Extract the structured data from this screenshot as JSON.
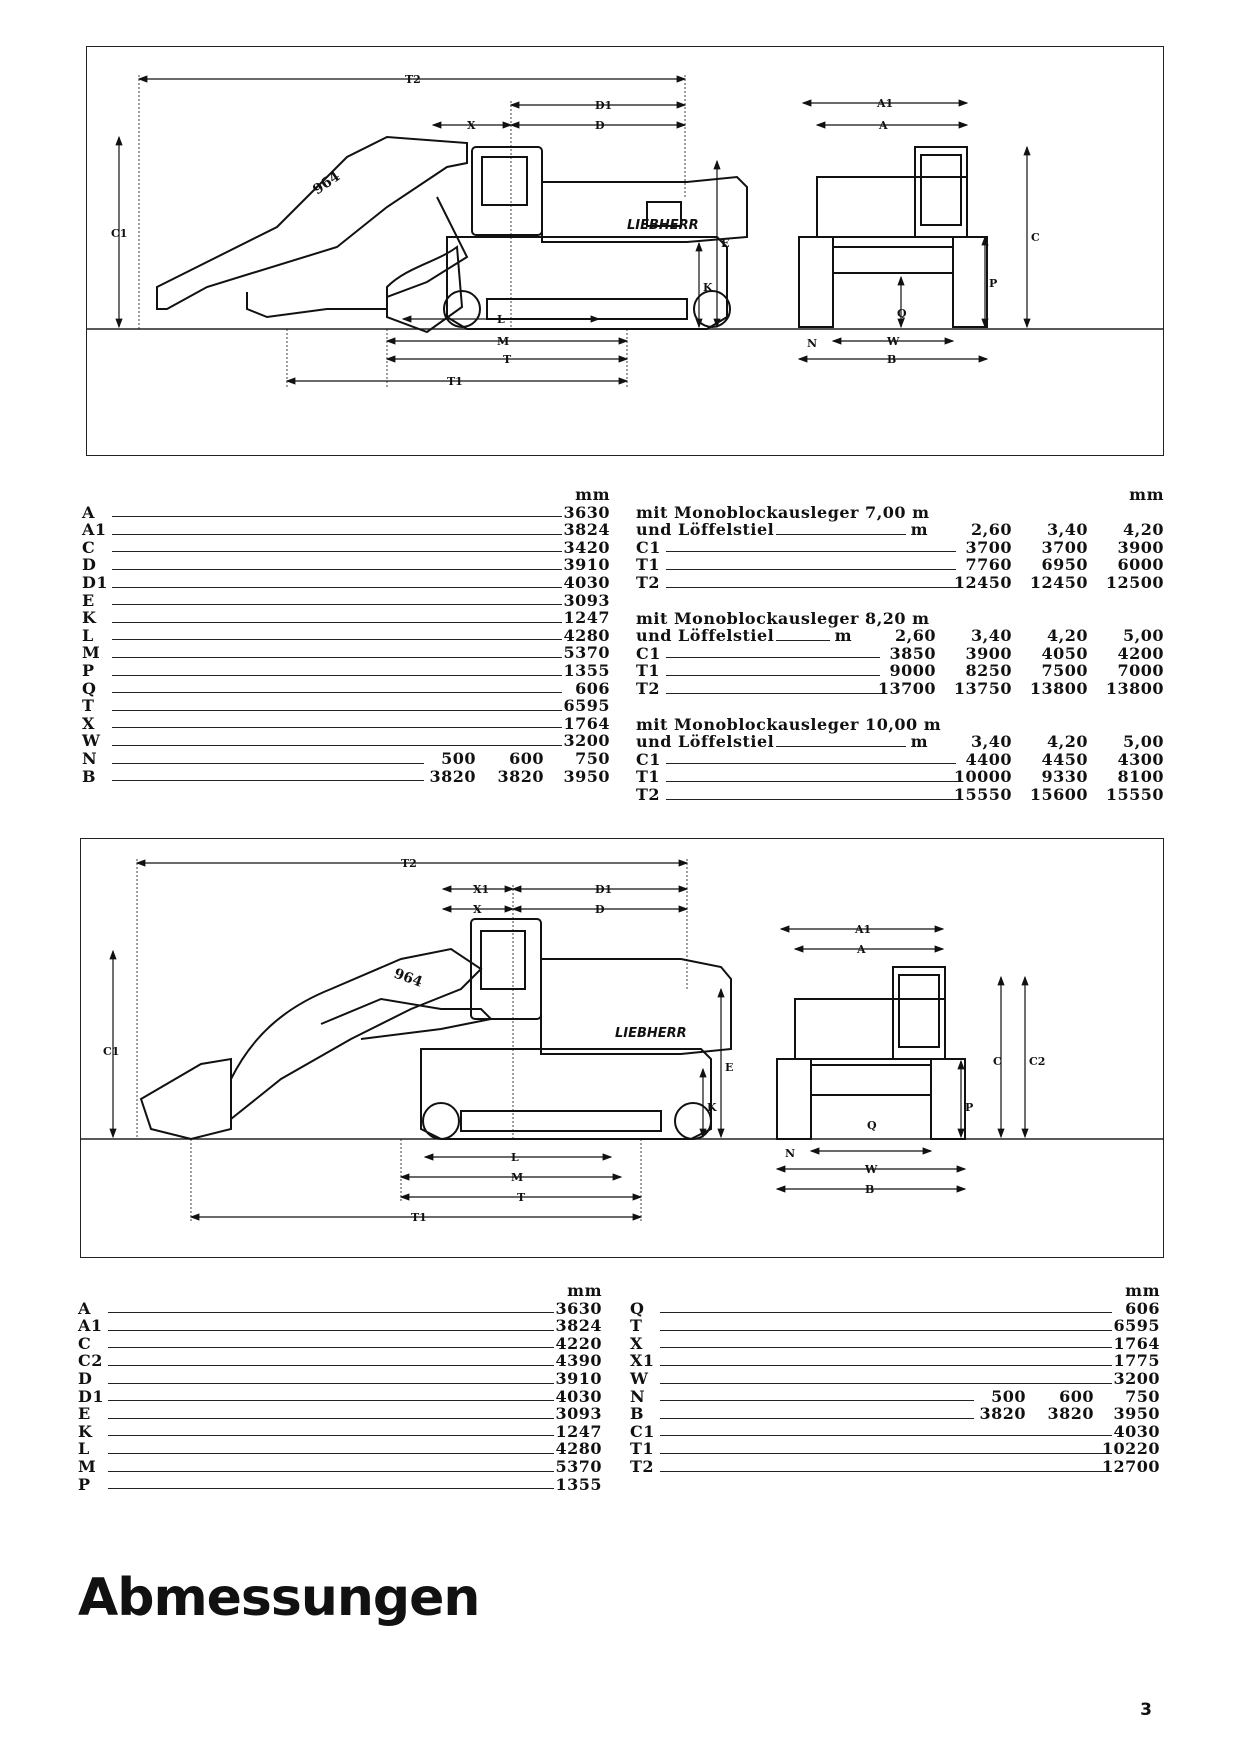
{
  "figure1": {
    "labels": [
      "T2",
      "D1",
      "D",
      "X",
      "C1",
      "E",
      "K",
      "L",
      "M",
      "T",
      "T1",
      "A1",
      "A",
      "C",
      "P",
      "Q",
      "N",
      "W",
      "B"
    ],
    "brand": "LIEBHERR",
    "model": "964"
  },
  "figure2": {
    "labels": [
      "T2",
      "X1",
      "D1",
      "X",
      "D",
      "C1",
      "E",
      "K",
      "L",
      "M",
      "T",
      "T1",
      "A1",
      "A",
      "C",
      "C2",
      "P",
      "Q",
      "N",
      "W",
      "B"
    ],
    "brand": "LIEBHERR",
    "model": "964"
  },
  "table1": {
    "unit": "mm",
    "rows": [
      {
        "key": "A",
        "values": [
          "3630"
        ]
      },
      {
        "key": "A1",
        "values": [
          "3824"
        ]
      },
      {
        "key": "C",
        "values": [
          "3420"
        ]
      },
      {
        "key": "D",
        "values": [
          "3910"
        ]
      },
      {
        "key": "D1",
        "values": [
          "4030"
        ]
      },
      {
        "key": "E",
        "values": [
          "3093"
        ]
      },
      {
        "key": "K",
        "values": [
          "1247"
        ]
      },
      {
        "key": "L",
        "values": [
          "4280"
        ]
      },
      {
        "key": "M",
        "values": [
          "5370"
        ]
      },
      {
        "key": "P",
        "values": [
          "1355"
        ]
      },
      {
        "key": "Q",
        "values": [
          "606"
        ]
      },
      {
        "key": "T",
        "values": [
          "6595"
        ]
      },
      {
        "key": "X",
        "values": [
          "1764"
        ]
      },
      {
        "key": "W",
        "values": [
          "3200"
        ]
      },
      {
        "key": "N",
        "values": [
          "500",
          "600",
          "750"
        ]
      },
      {
        "key": "B",
        "values": [
          "3820",
          "3820",
          "3950"
        ]
      }
    ]
  },
  "table2": {
    "unit": "mm",
    "blocks": [
      {
        "title": "mit Monoblockausleger 7,00 m",
        "subtitle": "und Löffelstiel",
        "unit": "m",
        "headers": [
          "2,60",
          "3,40",
          "4,20"
        ],
        "rows": [
          {
            "key": "C1",
            "values": [
              "3700",
              "3700",
              "3900"
            ]
          },
          {
            "key": "T1",
            "values": [
              "7760",
              "6950",
              "6000"
            ]
          },
          {
            "key": "T2",
            "values": [
              "12450",
              "12450",
              "12500"
            ]
          }
        ]
      },
      {
        "title": "mit Monoblockausleger 8,20 m",
        "subtitle": "und Löffelstiel",
        "unit": "m",
        "headers": [
          "2,60",
          "3,40",
          "4,20",
          "5,00"
        ],
        "rows": [
          {
            "key": "C1",
            "values": [
              "3850",
              "3900",
              "4050",
              "4200"
            ]
          },
          {
            "key": "T1",
            "values": [
              "9000",
              "8250",
              "7500",
              "7000"
            ]
          },
          {
            "key": "T2",
            "values": [
              "13700",
              "13750",
              "13800",
              "13800"
            ]
          }
        ]
      },
      {
        "title": "mit Monoblockausleger 10,00 m",
        "subtitle": "und Löffelstiel",
        "unit": "m",
        "headers": [
          "3,40",
          "4,20",
          "5,00"
        ],
        "rows": [
          {
            "key": "C1",
            "values": [
              "4400",
              "4450",
              "4300"
            ]
          },
          {
            "key": "T1",
            "values": [
              "10000",
              "9330",
              "8100"
            ]
          },
          {
            "key": "T2",
            "values": [
              "15550",
              "15600",
              "15550"
            ]
          }
        ]
      }
    ]
  },
  "table3": {
    "unit": "mm",
    "rows": [
      {
        "key": "A",
        "values": [
          "3630"
        ]
      },
      {
        "key": "A1",
        "values": [
          "3824"
        ]
      },
      {
        "key": "C",
        "values": [
          "4220"
        ]
      },
      {
        "key": "C2",
        "values": [
          "4390"
        ]
      },
      {
        "key": "D",
        "values": [
          "3910"
        ]
      },
      {
        "key": "D1",
        "values": [
          "4030"
        ]
      },
      {
        "key": "E",
        "values": [
          "3093"
        ]
      },
      {
        "key": "K",
        "values": [
          "1247"
        ]
      },
      {
        "key": "L",
        "values": [
          "4280"
        ]
      },
      {
        "key": "M",
        "values": [
          "5370"
        ]
      },
      {
        "key": "P",
        "values": [
          "1355"
        ]
      }
    ]
  },
  "table4": {
    "unit": "mm",
    "rows": [
      {
        "key": "Q",
        "values": [
          "606"
        ]
      },
      {
        "key": "T",
        "values": [
          "6595"
        ]
      },
      {
        "key": "X",
        "values": [
          "1764"
        ]
      },
      {
        "key": "X1",
        "values": [
          "1775"
        ]
      },
      {
        "key": "W",
        "values": [
          "3200"
        ]
      },
      {
        "key": "N",
        "values": [
          "500",
          "600",
          "750"
        ]
      },
      {
        "key": "B",
        "values": [
          "3820",
          "3820",
          "3950"
        ]
      },
      {
        "key": "C1",
        "values": [
          "4030"
        ]
      },
      {
        "key": "T1",
        "values": [
          "10220"
        ]
      },
      {
        "key": "T2",
        "values": [
          "12700"
        ]
      }
    ]
  },
  "page": {
    "title": "Abmessungen",
    "page_number": "3"
  }
}
